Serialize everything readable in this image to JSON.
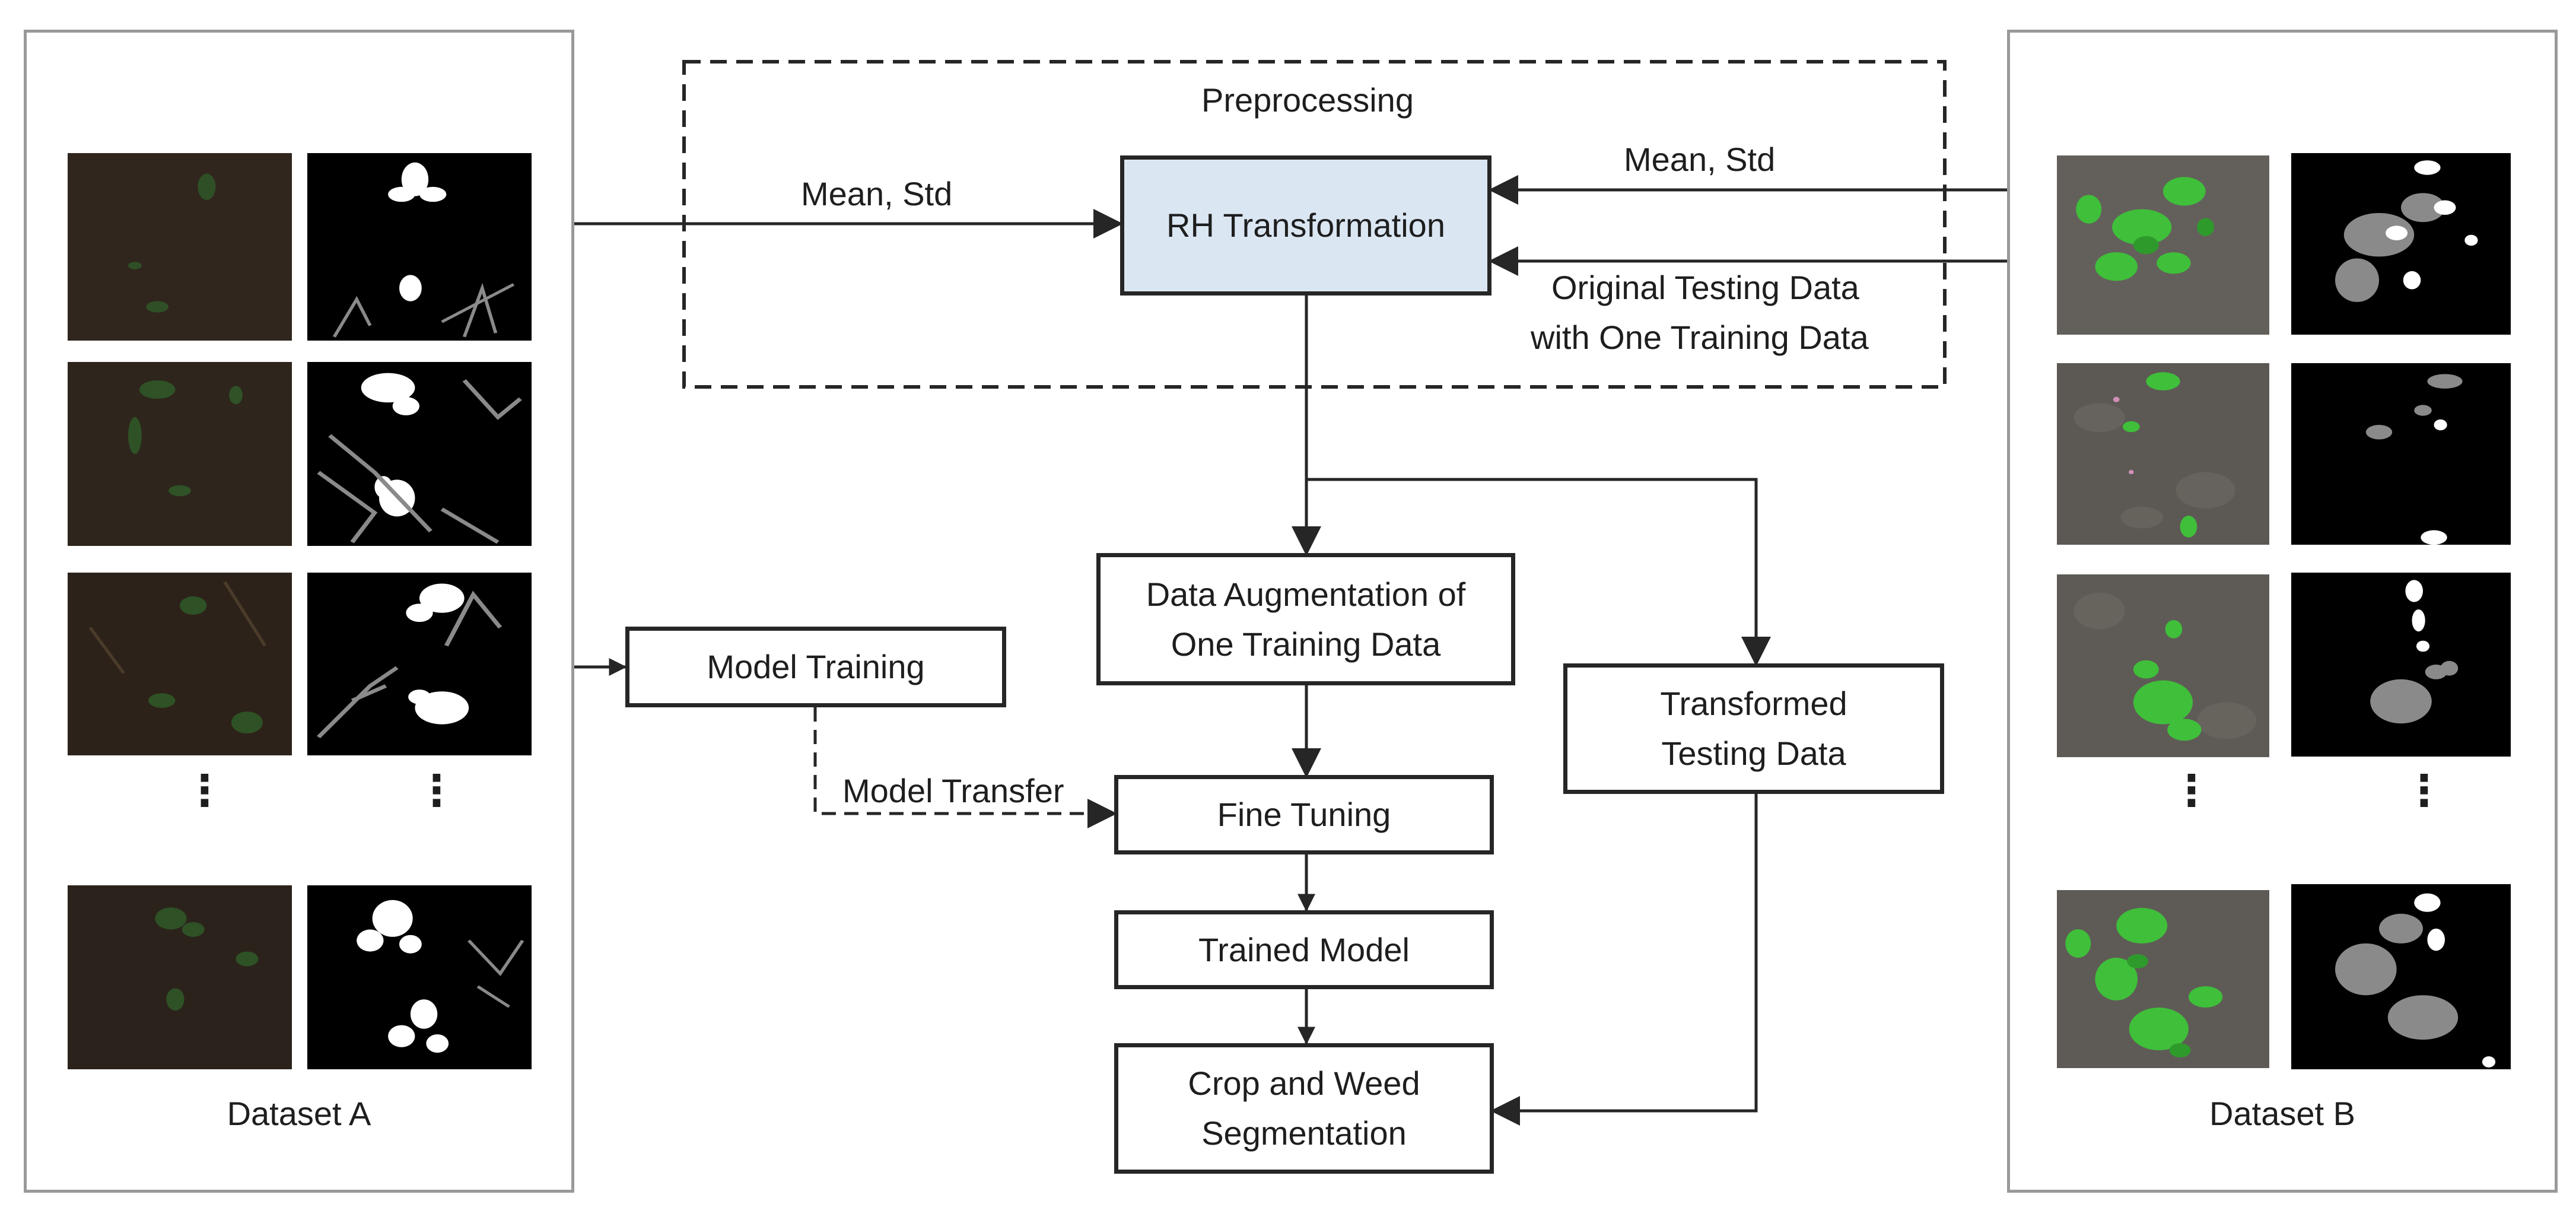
{
  "preprocessing_label": "Preprocessing",
  "left_panel": {
    "caption": "Dataset A"
  },
  "right_panel": {
    "caption": "Dataset B"
  },
  "ellipsis": "⋮",
  "edges": {
    "mean_std_left": "Mean, Std",
    "mean_std_right": "Mean, Std",
    "original_testing_line1": "Original Testing Data",
    "original_testing_line2": "with One Training Data",
    "model_transfer": "Model Transfer"
  },
  "nodes": {
    "rh": "RH Transformation",
    "augmentation_line1": "Data Augmentation of",
    "augmentation_line2": "One Training Data",
    "model_training": "Model Training",
    "transformed_line1": "Transformed",
    "transformed_line2": "Testing Data",
    "fine_tuning": "Fine Tuning",
    "trained_model": "Trained Model",
    "segmentation_line1": "Crop and Weed",
    "segmentation_line2": "Segmentation"
  },
  "colors": {
    "soil_dark": "#2b231b",
    "soil_gray": "#5e5b56",
    "plant_green": "#3fbf3a",
    "mask_black": "#000000",
    "mask_white": "#ffffff",
    "mask_gray": "#8a8a8a",
    "rh_fill": "#dbe6f3",
    "stroke": "#262626",
    "panel_border": "#999999"
  }
}
